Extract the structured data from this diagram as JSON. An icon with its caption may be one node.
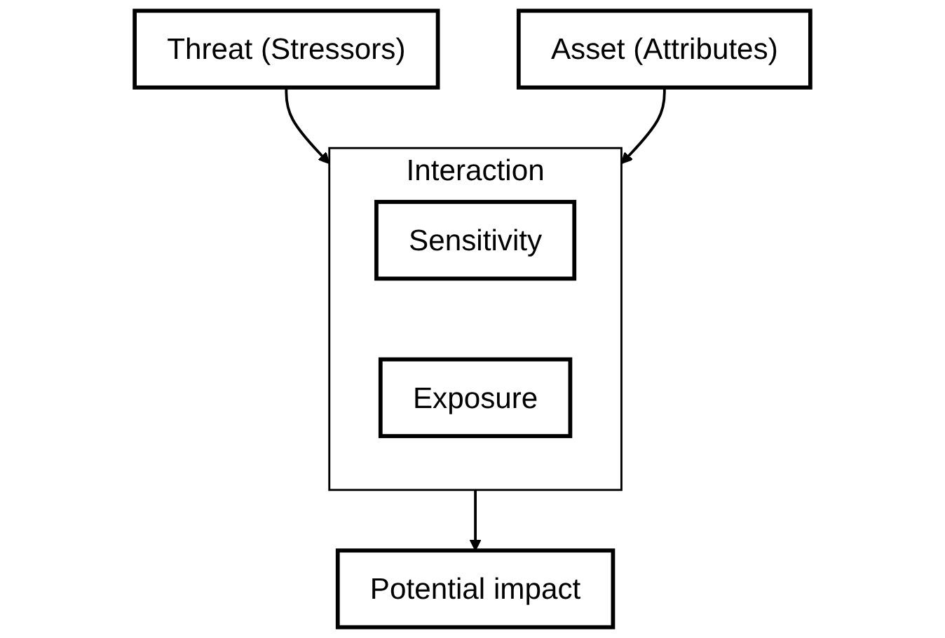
{
  "diagram": {
    "nodes": [
      {
        "text": [
          "Threat (Stressors)"
        ]
      },
      {
        "text": [
          "Asset (Attributes)"
        ]
      },
      {
        "text": [
          "Interaction"
        ]
      },
      {
        "text": [
          "Sensitivity"
        ],
        "in": 2
      },
      {
        "text": [
          "Exposure"
        ],
        "in": 2
      },
      {
        "text": [
          "Potential impact"
        ]
      }
    ],
    "edges": [
      {
        "from": 0,
        "to": 2,
        "arrow": "to"
      },
      {
        "from": 1,
        "to": 2,
        "arrow": "to"
      },
      {
        "from": 2,
        "to": 5,
        "arrow": "to"
      }
    ]
  }
}
